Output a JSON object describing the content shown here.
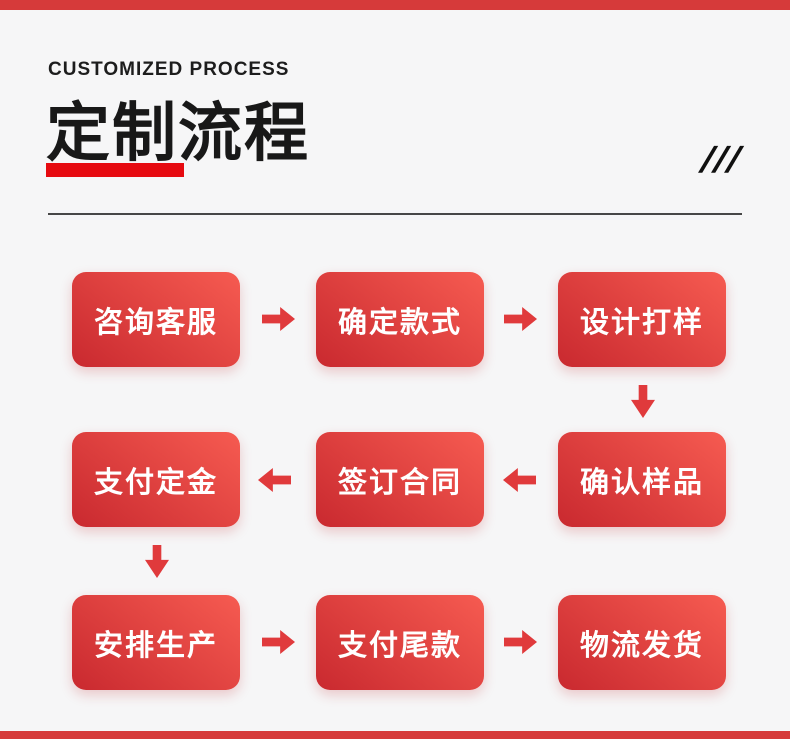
{
  "colors": {
    "page_bg": "#f6f6f7",
    "edge_bar": "#d63a3a",
    "accent_red": "#e60a10",
    "box_gradient_start": "#c9292f",
    "box_gradient_end": "#f65b51",
    "arrow": "#e03a3c",
    "divider": "#474747"
  },
  "header": {
    "eyebrow": "CUSTOMIZED PROCESS",
    "title": "定制流程",
    "slashes": "///"
  },
  "flow": {
    "steps": [
      {
        "label": "咨询客服"
      },
      {
        "label": "确定款式"
      },
      {
        "label": "设计打样"
      },
      {
        "label": "支付定金"
      },
      {
        "label": "签订合同"
      },
      {
        "label": "确认样品"
      },
      {
        "label": "安排生产"
      },
      {
        "label": "支付尾款"
      },
      {
        "label": "物流发货"
      }
    ]
  }
}
